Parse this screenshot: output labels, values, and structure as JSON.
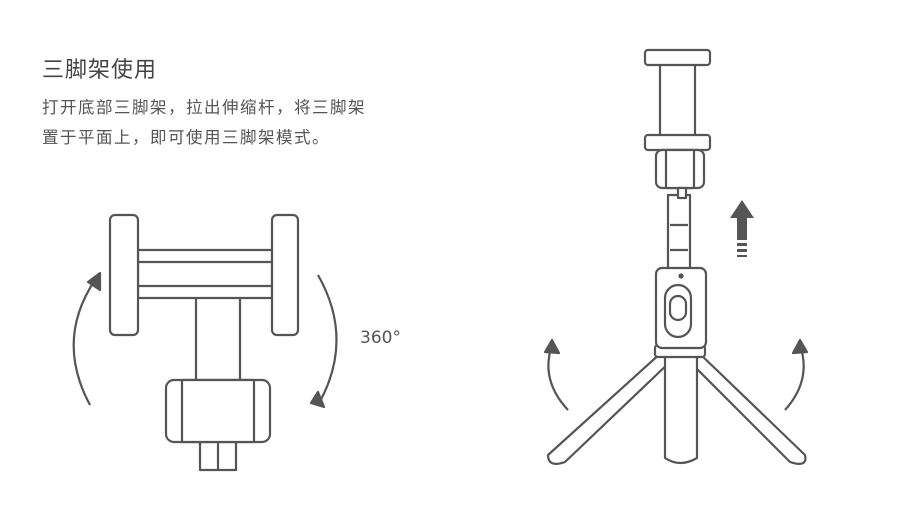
{
  "title": "三脚架使用",
  "description": [
    "打开底部三脚架，拉出伸缩杆，将三脚架",
    "置于平面上，即可使用三脚架模式。"
  ],
  "rotation_label": "360°",
  "colors": {
    "line": "#555555",
    "fill": "#ffffff",
    "text": "#444444"
  }
}
